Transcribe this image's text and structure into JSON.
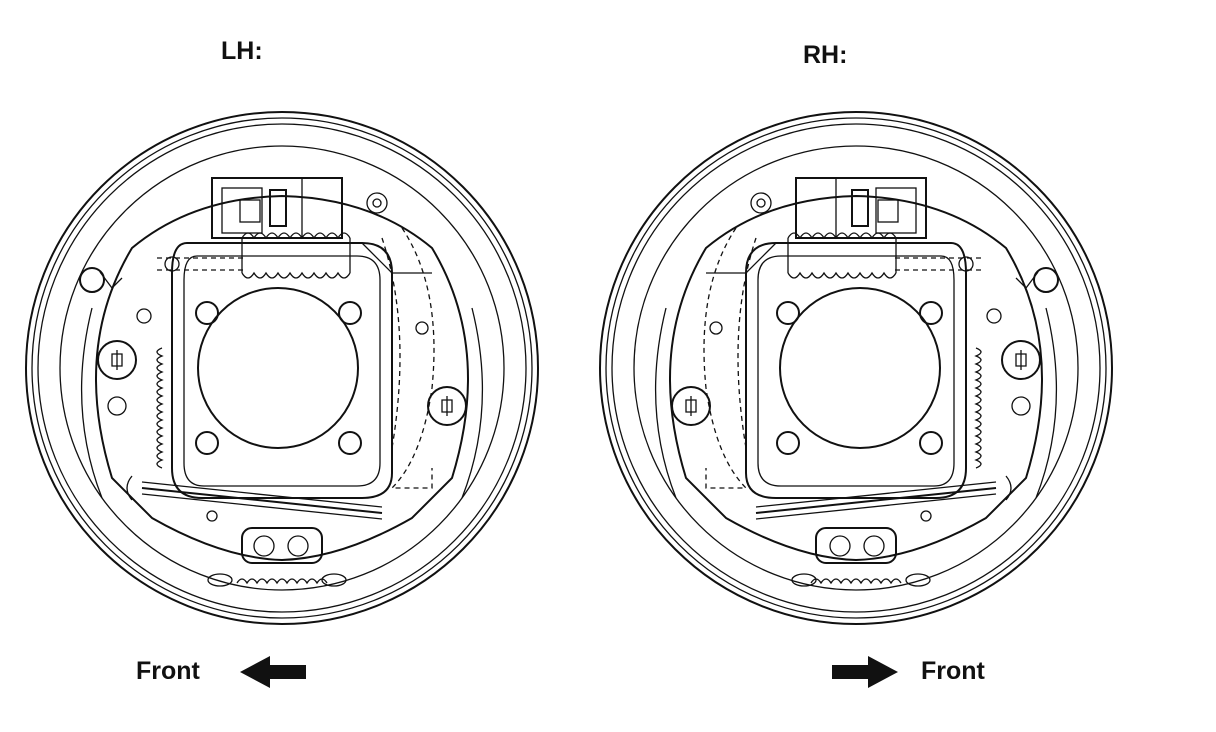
{
  "left_panel": {
    "title": "LH:",
    "direction_label": "Front",
    "arrow_direction": "left"
  },
  "right_panel": {
    "title": "RH:",
    "direction_label": "Front",
    "arrow_direction": "right"
  },
  "colors": {
    "ink": "#111111",
    "background": "#ffffff"
  }
}
